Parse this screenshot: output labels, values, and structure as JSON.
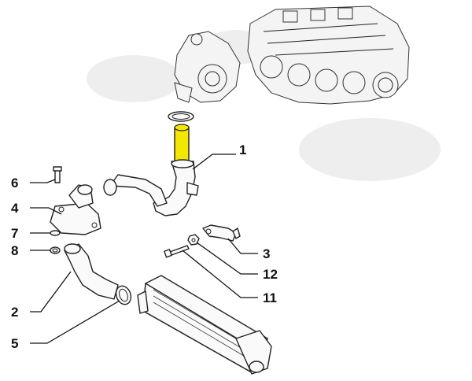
{
  "diagram": {
    "highlight_color": "#f3e600",
    "line_color": "#111111",
    "callouts": [
      {
        "id": "1",
        "label": "1"
      },
      {
        "id": "2",
        "label": "2"
      },
      {
        "id": "3",
        "label": "3"
      },
      {
        "id": "4",
        "label": "4"
      },
      {
        "id": "5",
        "label": "5"
      },
      {
        "id": "6",
        "label": "6"
      },
      {
        "id": "7",
        "label": "7"
      },
      {
        "id": "8",
        "label": "8"
      },
      {
        "id": "11",
        "label": "11"
      },
      {
        "id": "12",
        "label": "12"
      }
    ]
  }
}
